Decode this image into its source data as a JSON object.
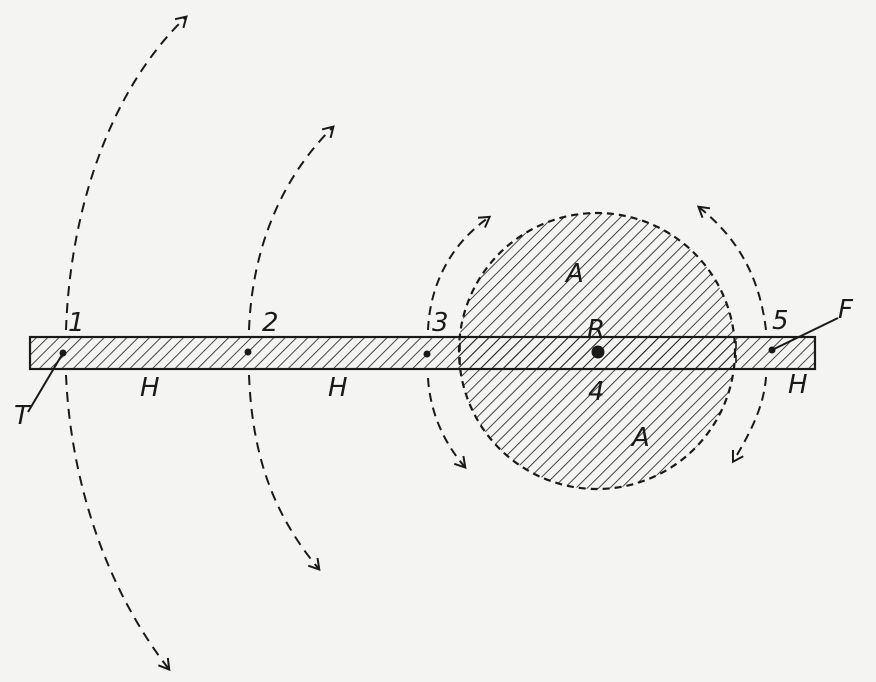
{
  "labels": {
    "point_1": "1",
    "point_2": "2",
    "point_3": "3",
    "point_4": "4",
    "point_5": "5",
    "region_a_top": "A",
    "region_a_bottom": "A",
    "center_r": "R",
    "h_first": "H",
    "h_second": "H",
    "h_right": "H",
    "left_end": "T",
    "right_end": "F"
  },
  "colors": {
    "ink": "#1a1a1a",
    "paper": "#f4f4f2"
  }
}
